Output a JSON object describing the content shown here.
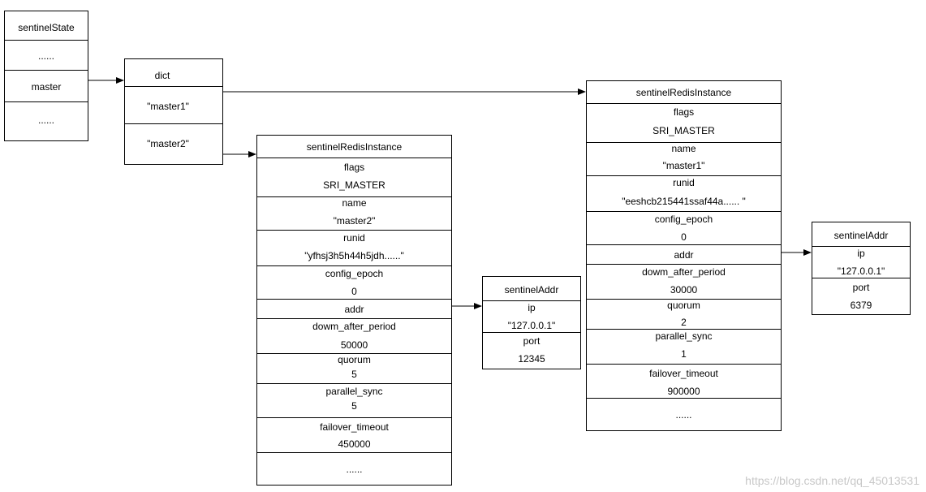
{
  "sentinel_state": {
    "title": "sentinelState",
    "rows": [
      "......",
      "master",
      "......"
    ]
  },
  "dict": {
    "title": "dict",
    "rows": [
      "\"master1\"",
      "\"master2\""
    ]
  },
  "instance_master1": {
    "title": "sentinelRedisInstance",
    "fields": [
      {
        "name": "flags",
        "value": "SRI_MASTER"
      },
      {
        "name": "name",
        "value": "\"master1\""
      },
      {
        "name": "runid",
        "value": "\"eeshcb215441ssaf44a......  \""
      },
      {
        "name": "config_epoch",
        "value": "0"
      },
      {
        "name": "addr",
        "value": ""
      },
      {
        "name": "dowm_after_period",
        "value": "30000"
      },
      {
        "name": "quorum",
        "value": "2"
      },
      {
        "name": "parallel_sync",
        "value": "1"
      },
      {
        "name": "failover_timeout",
        "value": "900000"
      }
    ],
    "more": "......"
  },
  "instance_master2": {
    "title": "sentinelRedisInstance",
    "fields": [
      {
        "name": "flags",
        "value": "SRI_MASTER"
      },
      {
        "name": "name",
        "value": "\"master2\""
      },
      {
        "name": "runid",
        "value": "\"yfhsj3h5h44h5jdh......\""
      },
      {
        "name": "config_epoch",
        "value": "0"
      },
      {
        "name": "addr",
        "value": ""
      },
      {
        "name": "dowm_after_period",
        "value": "50000"
      },
      {
        "name": "quorum",
        "value": "5"
      },
      {
        "name": "parallel_sync",
        "value": "5"
      },
      {
        "name": "failover_timeout",
        "value": "450000"
      }
    ],
    "more": "......"
  },
  "addr_master1": {
    "title": "sentinelAddr",
    "ip_label": "ip",
    "ip_value": "\"127.0.0.1\"",
    "port_label": "port",
    "port_value": "6379"
  },
  "addr_master2": {
    "title": "sentinelAddr",
    "ip_label": "ip",
    "ip_value": "\"127.0.0.1\"",
    "port_label": "port",
    "port_value": "12345"
  },
  "watermark": "https://blog.csdn.net/qq_45013531"
}
